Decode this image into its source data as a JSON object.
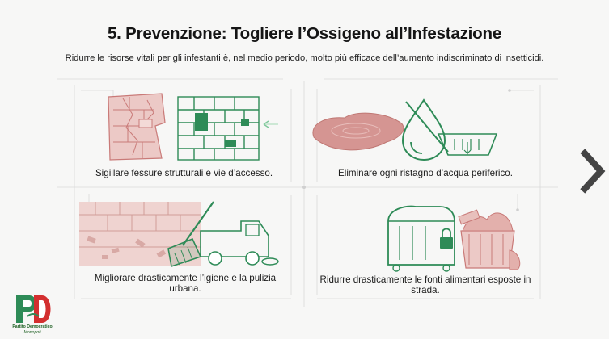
{
  "slide": {
    "title": "5. Prevenzione: Togliere l’Ossigeno all’Infestazione",
    "subtitle": "Ridurre le risorse vitali per gli infestanti è, nel medio periodo, molto più efficace dell’aumento indiscriminato di insetticidi."
  },
  "panels": [
    {
      "caption": "Sigillare fessure strutturali e vie d’accesso.",
      "icon": "sealed-wall-icon"
    },
    {
      "caption": "Eliminare ogni ristagno d’acqua periferico.",
      "icon": "no-water-drop-icon"
    },
    {
      "caption": "Migliorare drasticamente l’igiene e la pulizia urbana.",
      "icon": "street-sweeper-icon"
    },
    {
      "caption": "Ridurre drasticamente le fonti alimentari esposte in strada.",
      "icon": "locked-dumpster-icon"
    }
  ],
  "logo": {
    "line1": "Partito Democratico",
    "line2": "Monopoli"
  },
  "colors": {
    "green": "#2e8b57",
    "red": "#c97a78",
    "pink": "#ecc9c6"
  }
}
